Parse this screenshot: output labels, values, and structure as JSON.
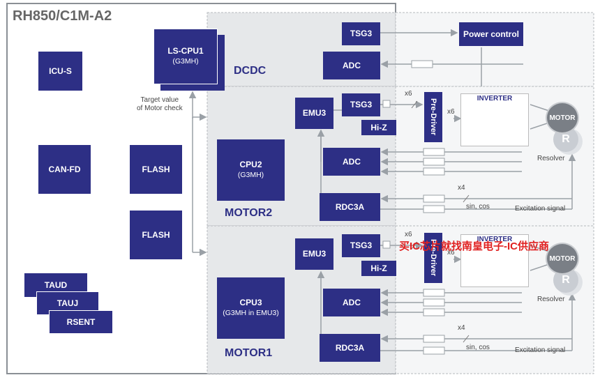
{
  "title": "RH850/C1M-A2",
  "blocks": {
    "icu_s": "ICU-S",
    "can_fd": "CAN-FD",
    "flash1": "FLASH",
    "flash2": "FLASH",
    "taud": "TAUD",
    "tauj": "TAUJ",
    "rsent": "RSENT",
    "ls_cpu_name": "LS-CPU1",
    "ls_cpu_sub": "(G3MH)",
    "tsg3_dcdc": "TSG3",
    "adc_dcdc": "ADC",
    "power_control": "Power control",
    "emu3_m2": "EMU3",
    "tsg3_m2": "TSG3",
    "hiz_m2": "Hi-Z",
    "adc_m2": "ADC",
    "rdc3a_m2": "RDC3A",
    "cpu2_name": "CPU2",
    "cpu2_sub": "(G3MH)",
    "emu3_m1": "EMU3",
    "tsg3_m1": "TSG3",
    "hiz_m1": "Hi-Z",
    "adc_m1": "ADC",
    "rdc3a_m1": "RDC3A",
    "cpu3_name": "CPU3",
    "cpu3_sub": "(G3MH in EMU3)",
    "pre_driver": "Pre-Driver"
  },
  "sections": {
    "dcdc": "DCDC",
    "motor2": "MOTOR2",
    "motor1": "MOTOR1"
  },
  "labels": {
    "target_value_line1": "Target value",
    "target_value_line2": "of Motor check",
    "x6": "x6",
    "x4": "x4",
    "sin_cos": "sin, cos",
    "excitation": "Excitation signal",
    "resolver": "Resolver",
    "inverter": "INVERTER",
    "motor": "MOTOR",
    "r": "R"
  },
  "watermark": "买IC芯片就找南皇电子-IC供应商",
  "colors": {
    "block": "#2d2f85",
    "border": "#9aa0a6",
    "dashed": "#b5b9be",
    "motor_gray": "#7a7f86",
    "watermark": "#e02020"
  }
}
